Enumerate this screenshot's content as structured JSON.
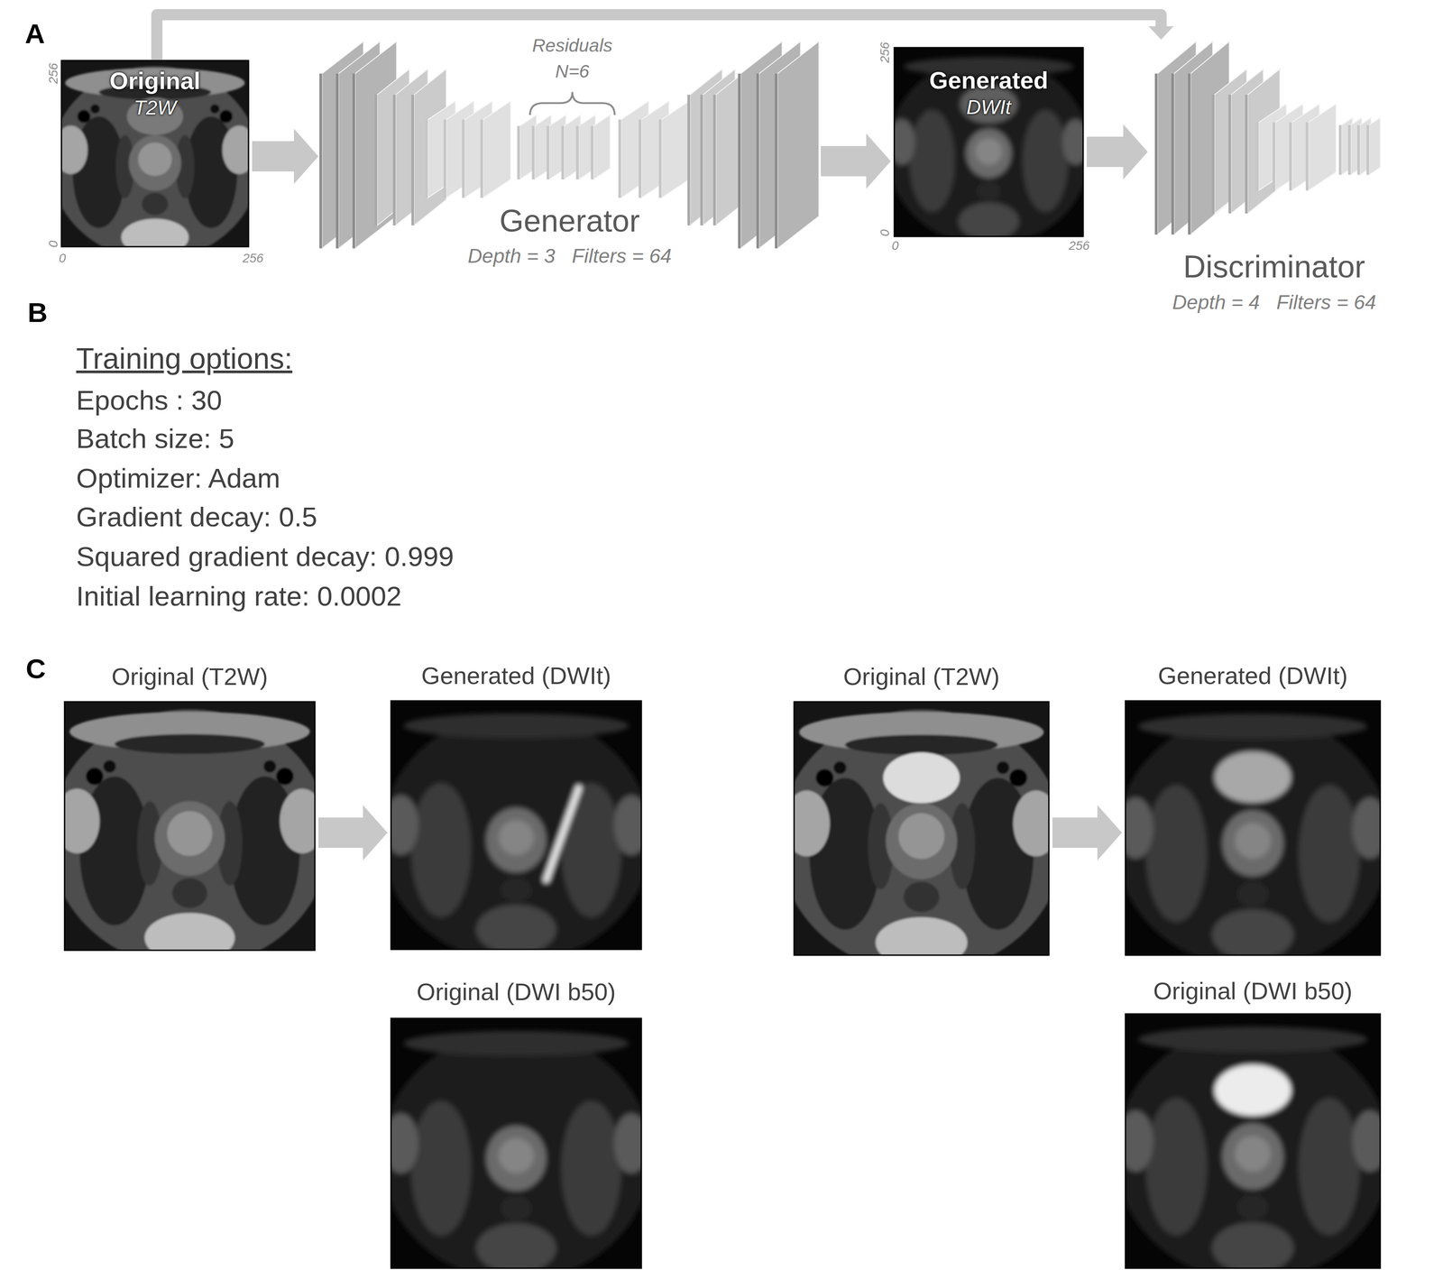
{
  "diagram": {
    "nodes": [
      {
        "text": [
          "Original",
          "T2W"
        ]
      },
      {
        "text": [
          "Generator",
          "Depth = 3   Filters = 64"
        ]
      },
      {
        "text": [
          "Generated",
          "DWIt"
        ]
      },
      {
        "text": [
          "Discriminator",
          "Depth = 4   Filters = 64"
        ]
      },
      {
        "text": [
          "Original (T2W)"
        ]
      },
      {
        "text": [
          "Generated (DWIt)"
        ]
      },
      {
        "text": [
          "Original (T2W)"
        ]
      },
      {
        "text": [
          "Generated (DWIt)"
        ]
      },
      {
        "text": [
          "Original (DWI b50)"
        ]
      },
      {
        "text": [
          "Original (DWI b50)"
        ]
      }
    ],
    "edges": [
      {
        "from": 0,
        "to": 1,
        "arrow": "to"
      },
      {
        "from": 1,
        "to": 2,
        "arrow": "to"
      },
      {
        "from": 2,
        "to": 3,
        "arrow": "to"
      },
      {
        "from": 0,
        "to": 3,
        "arrow": "to"
      },
      {
        "from": 4,
        "to": 5,
        "arrow": "to"
      },
      {
        "from": 6,
        "to": 7,
        "arrow": "to"
      }
    ],
    "labels": [
      "A",
      "256",
      "0",
      "0",
      "256",
      "Residuals",
      "N=6",
      "256",
      "0",
      "0",
      "256",
      "B",
      "Training options:",
      "Epochs : 30",
      "Batch size: 5",
      "Optimizer: Adam",
      "Gradient decay: 0.5",
      "Squared gradient decay: 0.999",
      "Initial learning rate: 0.0002",
      "C"
    ]
  }
}
